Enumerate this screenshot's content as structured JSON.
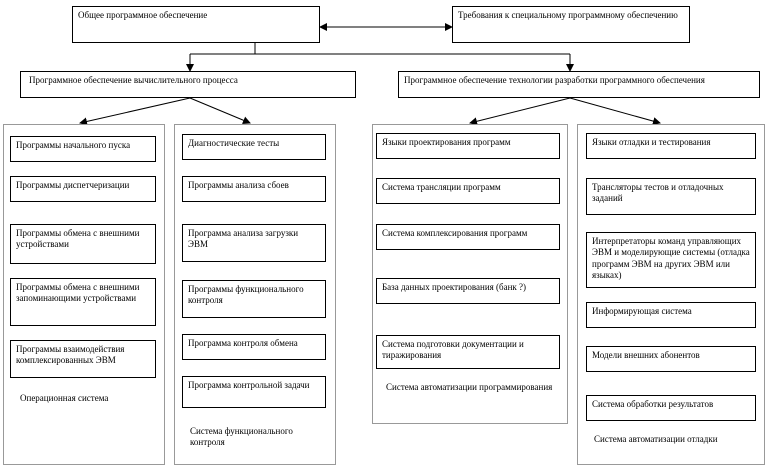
{
  "top": {
    "general": "Общее программное обеспечение",
    "requirements": "Требования к специальному программному обеспечению"
  },
  "level2": {
    "compute": "Программное обеспечение вычислительного процесса",
    "tech": "Программное обеспечение технологии разработки программного обеспечения"
  },
  "groups": {
    "os": {
      "caption": "Операционная система",
      "items": [
        "Программы начального пуска",
        "Программы диспетчеризации",
        "Программы обмена с внешними устройствами",
        "Программы обмена с внешними запоминающими устройствами",
        "Программы взаимодействия комплексированных ЭВМ"
      ]
    },
    "fc": {
      "caption": "Система функционального контроля",
      "items": [
        "Диагностические тесты",
        "Программы анализа сбоев",
        "Программа анализа загрузки ЭВМ",
        "Программы функционального контроля",
        "Программа контроля обмена",
        "Программа контрольной задачи"
      ]
    },
    "auto": {
      "caption": "Система автоматизации программирования",
      "items": [
        "Языки проектирования программ",
        "Система трансляции программ",
        "Система комплексирования программ",
        "База данных проектирования (банк ?)",
        "Система подготовки документации и тиражирования"
      ]
    },
    "debug": {
      "caption": "Система автоматизации отладки",
      "items": [
        "Языки отладки и тестирования",
        "Трансляторы тестов и отладочных заданий",
        "Интерпретаторы команд управляющих ЭВМ и моделирующие системы (отладка программ ЭВМ на других ЭВМ или языках)",
        "Информирующая система",
        "Модели внешних абонентов",
        "Система обработки результатов"
      ]
    }
  }
}
